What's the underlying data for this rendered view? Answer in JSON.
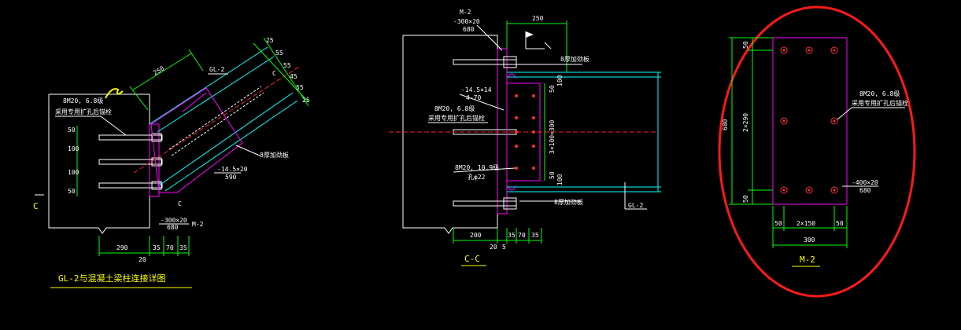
{
  "colors": {
    "background": "#000000",
    "outline": "#ffffff",
    "dimension": "#00ff00",
    "steel_beam": "#00ffff",
    "plate": "#ff00ff",
    "centerline": "#ff2020",
    "title": "#ffff00",
    "highlight_ellipse": "#ff1a1a",
    "annotation_scribble": "#ffff00"
  },
  "left_view": {
    "title": "GL-2与混凝土梁柱连接详图",
    "beam_tag": "GL-2",
    "plate_tag": "M-2",
    "bolt_spec": "8M20, 6.8级",
    "bolt_note": "采用专用扩孔后锚栓",
    "plate_spec": "-300×20",
    "plate_len": "680",
    "stiffener_spec": "-14.5×20",
    "stiffener_len": "590",
    "weld_note": "8厚加劲板",
    "section_mark": "C",
    "dim_250": "250",
    "dims_right": [
      "25",
      "55",
      "55",
      "45",
      "55",
      "25"
    ],
    "dims_left": [
      "50",
      "100",
      "100",
      "50"
    ],
    "dims_bottom": [
      "290",
      "35",
      "70",
      "35"
    ],
    "dim_20": "20",
    "dim_70": "70",
    "dim_50": "50"
  },
  "middle_view": {
    "title": "C-C",
    "plate_tag": "M-2",
    "plate_spec": "-300×20",
    "plate_len": "680",
    "dim_top": "250",
    "stiffener_spec": "-14.5×14",
    "stiffener_len": "4-70",
    "bolt_spec": "8M20, 6.8级",
    "bolt_note": "采用专用扩孔后锚栓",
    "bolt_spec2": "8M20, 10.9级",
    "bolt_note2": "孔φ22",
    "top_note": "8厚加劲板",
    "bottom_note": "8厚加劲板",
    "beam_tag": "GL-2",
    "dims_vertical": [
      "50",
      "3×100=300",
      "50"
    ],
    "dims_flange": [
      "100",
      "100"
    ],
    "dims_bottom": [
      "200",
      "35",
      "70",
      "35"
    ],
    "dim_20": "20",
    "dim_5": "5"
  },
  "right_view": {
    "title": "M-2",
    "bolt_spec": "8M20, 6.8级",
    "bolt_note": "采用专用扩孔后锚栓",
    "plate_spec": "-400×20",
    "plate_len": "680",
    "dims_vertical": [
      "50",
      "2×290",
      "50"
    ],
    "dim_total": "680",
    "dims_bottom": [
      "50",
      "2×150",
      "50"
    ],
    "dim_width": "300"
  }
}
